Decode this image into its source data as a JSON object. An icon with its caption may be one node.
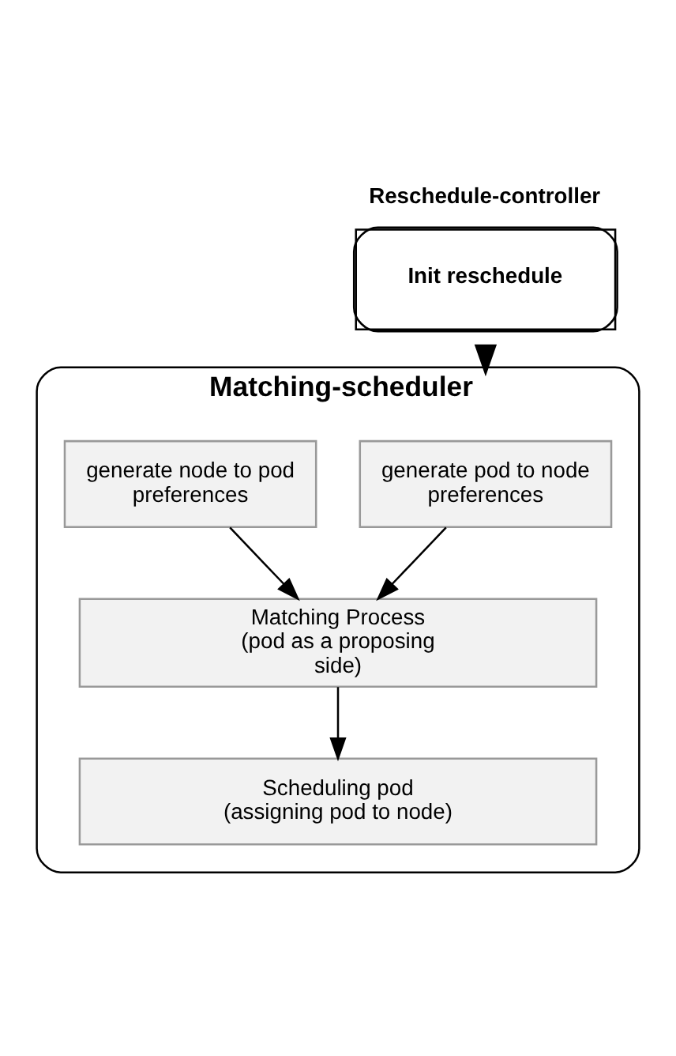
{
  "diagram": {
    "nodes": [
      {
        "text": [
          "Reschedule-controller",
          "Init reschedule"
        ]
      },
      {
        "text": [
          "Matching-scheduler"
        ]
      },
      {
        "text": [
          "generate pod to node preferences"
        ],
        "in": 1
      },
      {
        "text": [
          "generate node to pod preferences"
        ],
        "in": 1
      },
      {
        "text": [
          "Matching Process (pod as a proposing side)"
        ],
        "in": 1
      },
      {
        "text": [
          "Scheduling pod (assigning pod to node)"
        ],
        "in": 1
      }
    ],
    "edges": [
      {
        "from": 0,
        "to": 1,
        "arrow": "to",
        "style": "thick"
      },
      {
        "from": 2,
        "to": 4,
        "arrow": "to"
      },
      {
        "from": 3,
        "to": 4,
        "arrow": "to"
      },
      {
        "from": 4,
        "to": 5,
        "arrow": "to"
      }
    ]
  }
}
